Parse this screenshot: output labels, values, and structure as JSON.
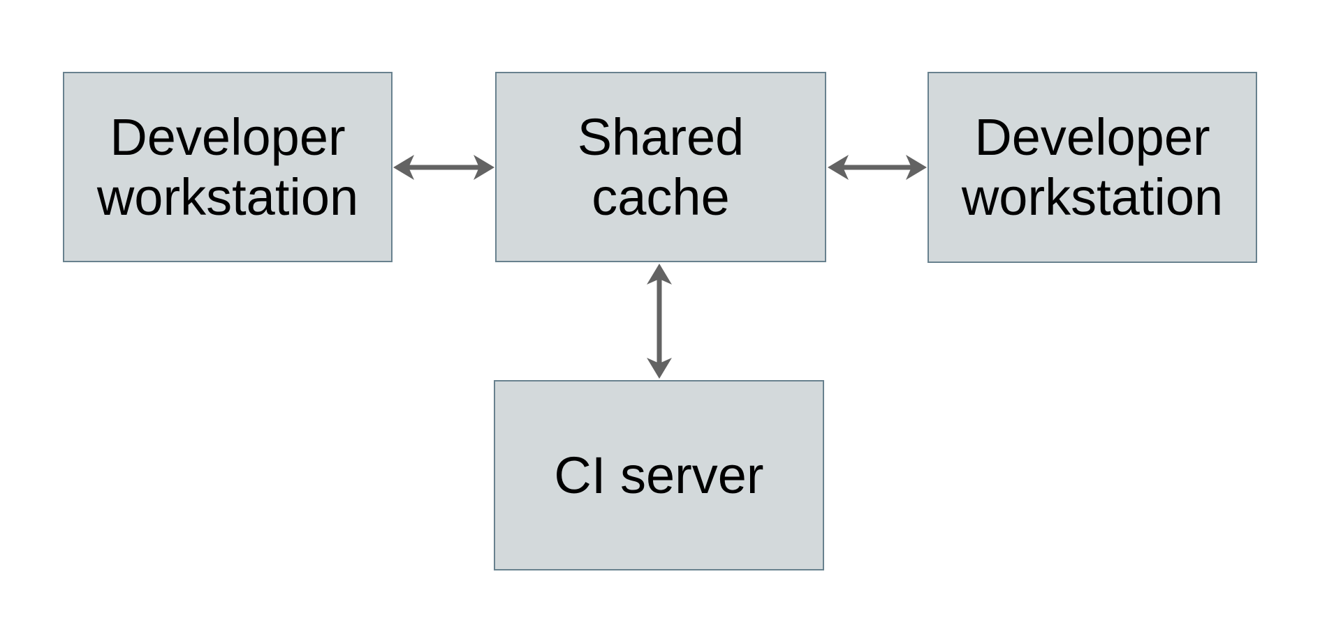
{
  "diagram": {
    "type": "architecture-diagram",
    "background": "#ffffff"
  },
  "nodes": [
    {
      "id": "dev-left",
      "label": "Developer workstation",
      "lines": [
        "Developer",
        "workstation"
      ]
    },
    {
      "id": "shared-cache",
      "label": "Shared cache",
      "lines": [
        "Shared",
        "cache"
      ]
    },
    {
      "id": "dev-right",
      "label": "Developer workstation",
      "lines": [
        "Developer",
        "workstation"
      ]
    },
    {
      "id": "ci-server",
      "label": "CI server",
      "lines": [
        "CI server"
      ]
    }
  ],
  "edges": [
    {
      "from": "dev-left",
      "to": "shared-cache",
      "direction": "bidirectional",
      "orientation": "horizontal"
    },
    {
      "from": "shared-cache",
      "to": "dev-right",
      "direction": "bidirectional",
      "orientation": "horizontal"
    },
    {
      "from": "shared-cache",
      "to": "ci-server",
      "direction": "bidirectional",
      "orientation": "vertical"
    }
  ],
  "colors": {
    "node_fill": "#d3d9db",
    "node_border": "#68818e",
    "arrow": "#636363",
    "text": "#000000",
    "background": "#ffffff"
  }
}
